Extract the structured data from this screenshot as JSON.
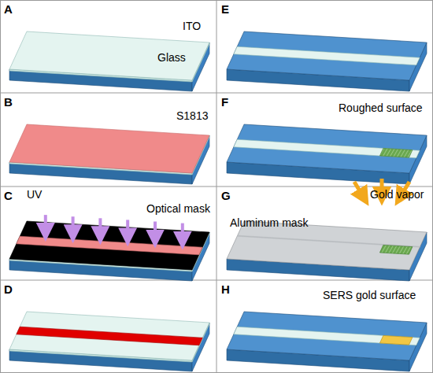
{
  "diagram": {
    "labels": [
      "A",
      "ITO",
      "Glass",
      "B",
      "S1813",
      "C",
      "UV",
      "Optical mask",
      "D",
      "E",
      "F",
      "Roughed surface",
      "G",
      "Gold vapor",
      "Aluminum mask",
      "H",
      "SERS gold surface"
    ]
  }
}
